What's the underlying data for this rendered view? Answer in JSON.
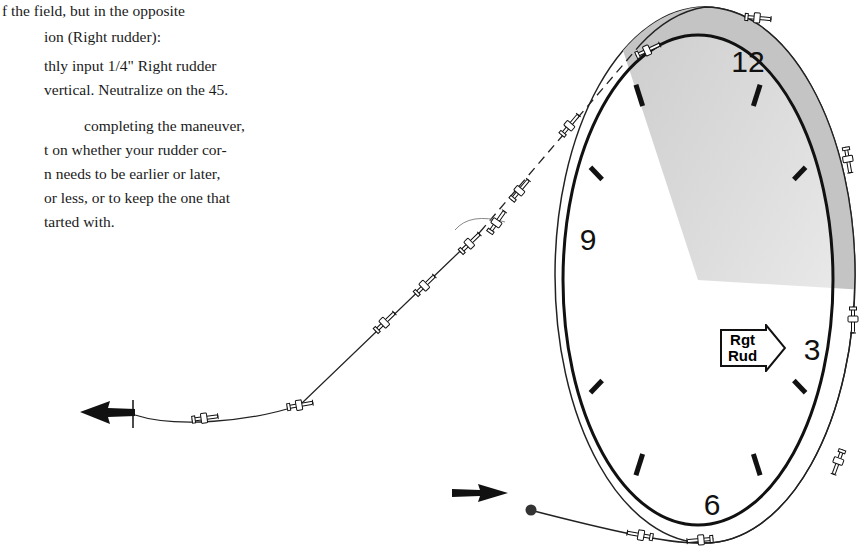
{
  "diagram": {
    "nodes": [
      {
        "text": [
          "Rgt Rud"
        ]
      }
    ],
    "labels": [
      "f the field, but in the opposite",
      "ion (Right rudder):",
      "thly input 1/4\" Right rudder",
      "vertical. Neutralize on the 45.",
      "completing the maneuver,",
      "t on whether your rudder cor-",
      "n needs to be earlier or later,",
      "or less, or to keep the one that",
      "tarted with.",
      "12",
      "9",
      "3",
      "6"
    ]
  }
}
